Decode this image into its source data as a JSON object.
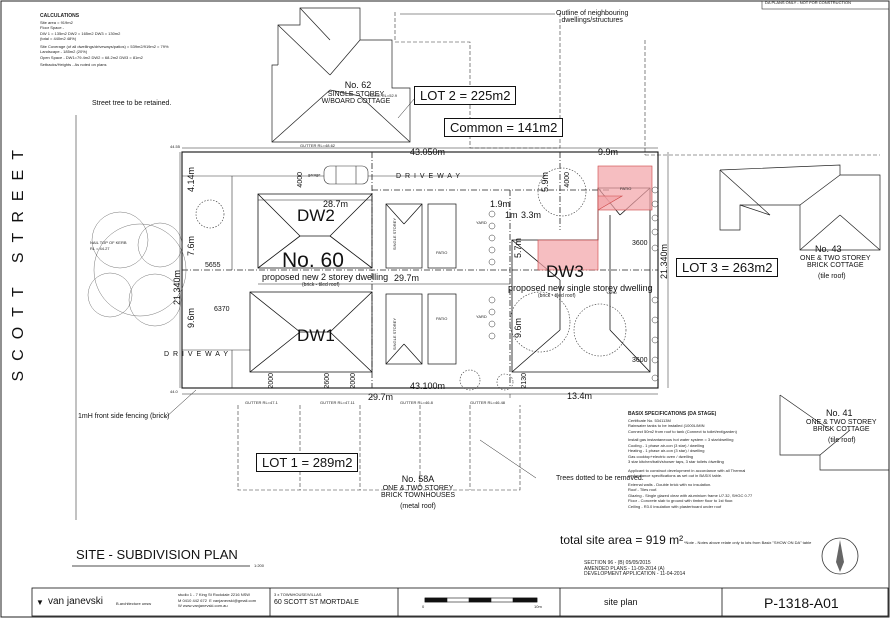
{
  "header": {
    "top_right_note": "DA PLANS ONLY - NOT FOR CONSTRUCTION",
    "calculations_title": "CALCULATIONS",
    "calculations_lines": [
      "Site area = 919m2",
      "Floor Space -",
      "DW 1 = 135m2  DW2 = 165m2  DW3 = 130m2",
      "(total = 440m2  48%)",
      "Site Coverage (of all dwellings/driveways/patios) = 539m2/919m2 = 79%",
      "Landscape - 185m2 (20%)",
      "Open Space -   DW1=79.4m2  DW2 = 68.2m2  DW3 = 81m2",
      "Setbacks/Heights - As noted on plans"
    ]
  },
  "street": {
    "name": "SCOTT STREET",
    "street_tree": "Street tree to be retained.",
    "nail_note": "NAIL TOP OF KERB\nRL = 44.27",
    "fencing": "1mH front side fencing (brick)"
  },
  "neighbours": {
    "outline_note": "Outline of neighbouring\ndwellings/structures",
    "no62_title": "No. 62",
    "no62_desc": "SINGLE STOREY\nW/BOARD COTTAGE",
    "ridge62": "RIDGE RL=52.9",
    "gutter62": "GUTTER RL=48.62",
    "no43_title": "No. 43",
    "no43_desc": "ONE & TWO STOREY\nBRICK COTTAGE",
    "no43_roof": "(tile roof)",
    "no41_title": "No. 41",
    "no41_desc": "ONE & TWO STOREY\nBRICK COTTAGE",
    "no41_roof": "(tile roof)",
    "no58a_title": "No. 58A",
    "no58a_desc": "ONE & TWO STOREY\nBRICK TOWNHOUSES",
    "no58a_roof": "(metal roof)",
    "gutter_rear": [
      "GUTTER RL=47.1",
      "GUTTER RL=47.11",
      "GUTTER RL=46.8",
      "GUTTER RL=46.48"
    ]
  },
  "lots": {
    "lot2": "LOT 2  = 225m2",
    "common": "Common = 141m2",
    "lot3": "LOT 3  = 263m2",
    "lot1": "LOT 1  = 289m2"
  },
  "dims": {
    "top_len": "43.050m",
    "rear_top": "9.9m",
    "bottom_len": "43.100m",
    "inner_bottom": "29.7m",
    "rear_bottom": "13.4m",
    "left_side": "21.340m",
    "right_side": "21.340m",
    "dw2_width": "28.7m",
    "mid_len": "29.7m",
    "front_a": "4.14m",
    "front_b": "7.6m",
    "front_c": "9.6m",
    "s1": "1.9m",
    "s2": "1m",
    "s3": "3.3m",
    "s4": "5.9m",
    "s5": "5.7m",
    "s6": "9.6m",
    "n4000a": "4000",
    "n4000b": "4000",
    "n5655": "5655",
    "n6370": "6370",
    "n3600a": "3600",
    "n3600b": "3600",
    "n2000": "2000",
    "n2600": "2600",
    "n2000b": "2000",
    "n2130": "2130",
    "rl1": "44.55",
    "rl2": "44.0"
  },
  "labels": {
    "driveway_top": "D R I V E W A Y",
    "driveway_bottom": "D R I V E W A Y",
    "dw2": "DW2",
    "dw1": "DW1",
    "dw3": "DW3",
    "no60": "No. 60",
    "proposed_2": "proposed new 2 storey dwelling",
    "brick_tiled": "(brick - tiled roof)",
    "proposed_3": "proposed new single storey dwelling",
    "brick_tiled3": "(brick - tiled roof)",
    "single_storey": "SINGLE STOREY",
    "single_storey2": "SINGLE STOREY",
    "patio": "PATIO",
    "patio2": "PATIO",
    "patio3": "PATIO",
    "yard": "YARD",
    "yard2": "YARD",
    "yard3": "YARD",
    "trees_note": "Trees dotted to be removed.",
    "garage": "garage"
  },
  "basix": {
    "title": "BASIX SPECIFICATIONS (DA STAGE)",
    "lines": [
      "Certificate No. 534113M",
      "Rainwater tanks to be installed (1000L/MIN",
      "Connect 50m2 from roof to tank (Connect to toilet/ext/garden)",
      "",
      "Install gas instantaneous hot water system = 3 star/dwelling",
      "Cooling - 1 phase air-con (3 star) / dwelling",
      "Heating - 1 phase air-con (3 star) / dwelling",
      "Gas cooktop+electric oven / dwelling",
      "3 star kitchen/bath/shower taps, 3 star toilets /dwelling",
      "",
      "Applicant to construct development in accordance with all Thermal",
      "performance specifications as set out in BASIX table.",
      "",
      "External walls - Double brick with no insulation.",
      "Roof - Tiles roof.",
      "Glazing - Single glazed clear with aluminium frame U7.32, SHGC 0.77",
      "Floor - Concrete slab to ground with timber floor to 1st floor.",
      "Ceiling - R3.0 insulation with plasterboard under roof"
    ],
    "note": "*Note - Notes above relate only to lots from Basix \"SHOW ON DA\" table"
  },
  "site_area": "total site area = 919 m²",
  "revisions": [
    "SECTION 96 - (B) 05/05/2015",
    "AMENDED PLANS - 11-09-2014  (A)",
    "DEVELOPMENT APPLICATION - 11-04-2014"
  ],
  "title_block": {
    "plan_title": "SITE - SUBDIVISION PLAN",
    "plan_scale": "1:200",
    "firm": "van janevski",
    "firm_sub": "B.architecture unsw",
    "firm_addr": "studio 1 - 7 King St Rockdale 2216 NSW\nM 0410 442 672  E vanjanevski@gmail.com\nW www.vanjanevski.com.au",
    "project_type": "3 x TOWNHOUSE/VILLAS",
    "project_addr": "60 SCOTT ST MORTDALE",
    "scale_zero": "0",
    "scale_ten": "10m",
    "sheet_title": "site plan",
    "drawing_no": "P-1318-A01"
  }
}
